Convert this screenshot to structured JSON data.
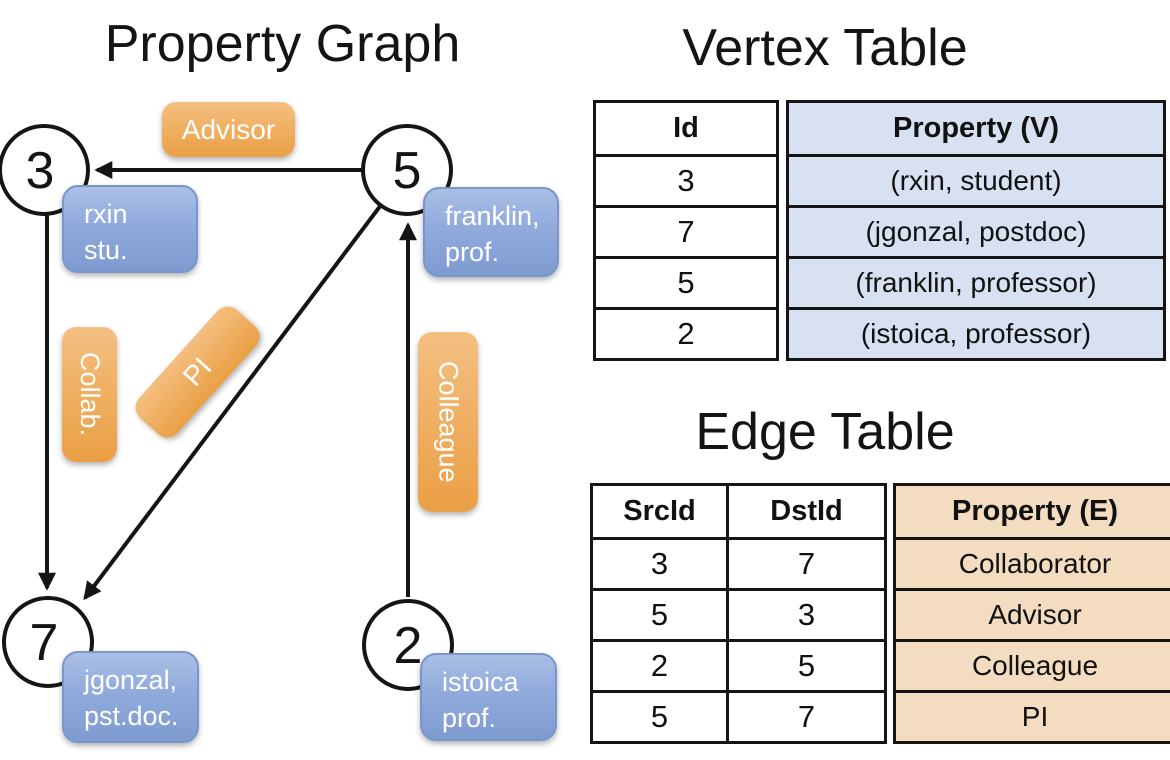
{
  "graph": {
    "title": "Property Graph",
    "nodes": [
      {
        "id": "3",
        "line1": "rxin",
        "line2": "stu."
      },
      {
        "id": "5",
        "line1": "franklin,",
        "line2": "prof."
      },
      {
        "id": "7",
        "line1": "jgonzal,",
        "line2": "pst.doc."
      },
      {
        "id": "2",
        "line1": "istoica",
        "line2": "prof."
      }
    ],
    "edge_labels": {
      "advisor": "Advisor",
      "collab": "Collab.",
      "pi": "PI",
      "colleague": "Colleague"
    }
  },
  "vertex_table": {
    "title": "Vertex Table",
    "columns": {
      "id": "Id",
      "property": "Property (V)"
    },
    "rows": [
      {
        "id": "3",
        "property": "(rxin, student)"
      },
      {
        "id": "7",
        "property": "(jgonzal, postdoc)"
      },
      {
        "id": "5",
        "property": "(franklin, professor)"
      },
      {
        "id": "2",
        "property": "(istoica, professor)"
      }
    ]
  },
  "edge_table": {
    "title": "Edge Table",
    "columns": {
      "src": "SrcId",
      "dst": "DstId",
      "property": "Property (E)"
    },
    "rows": [
      {
        "src": "3",
        "dst": "7",
        "property": "Collaborator"
      },
      {
        "src": "5",
        "dst": "3",
        "property": "Advisor"
      },
      {
        "src": "2",
        "dst": "5",
        "property": "Colleague"
      },
      {
        "src": "5",
        "dst": "7",
        "property": "PI"
      }
    ]
  },
  "colors": {
    "edge_label_orange_top": "#f4bf81",
    "edge_label_orange_bottom": "#ea9f44",
    "vertex_box_blue_top": "#aabfe5",
    "vertex_box_blue_bottom": "#7e9bd1",
    "vertex_cell_blue": "#d8e1f2",
    "edge_cell_tan": "#f4dcc1",
    "line_black": "#151515"
  }
}
